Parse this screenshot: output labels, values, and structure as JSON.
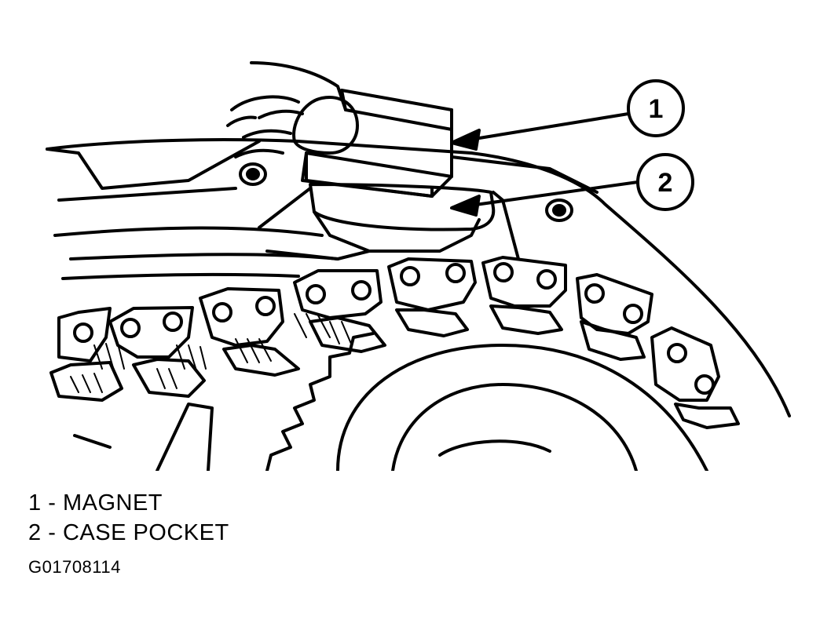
{
  "callouts": [
    {
      "number": "1",
      "label": "MAGNET"
    },
    {
      "number": "2",
      "label": "CASE POCKET"
    }
  ],
  "legend": [
    {
      "number": "1",
      "separator": "-",
      "label": "MAGNET"
    },
    {
      "number": "2",
      "separator": "-",
      "label": "CASE POCKET"
    }
  ],
  "figure_code": "G01708114",
  "colors": {
    "ink": "#000000",
    "paper": "#ffffff"
  }
}
